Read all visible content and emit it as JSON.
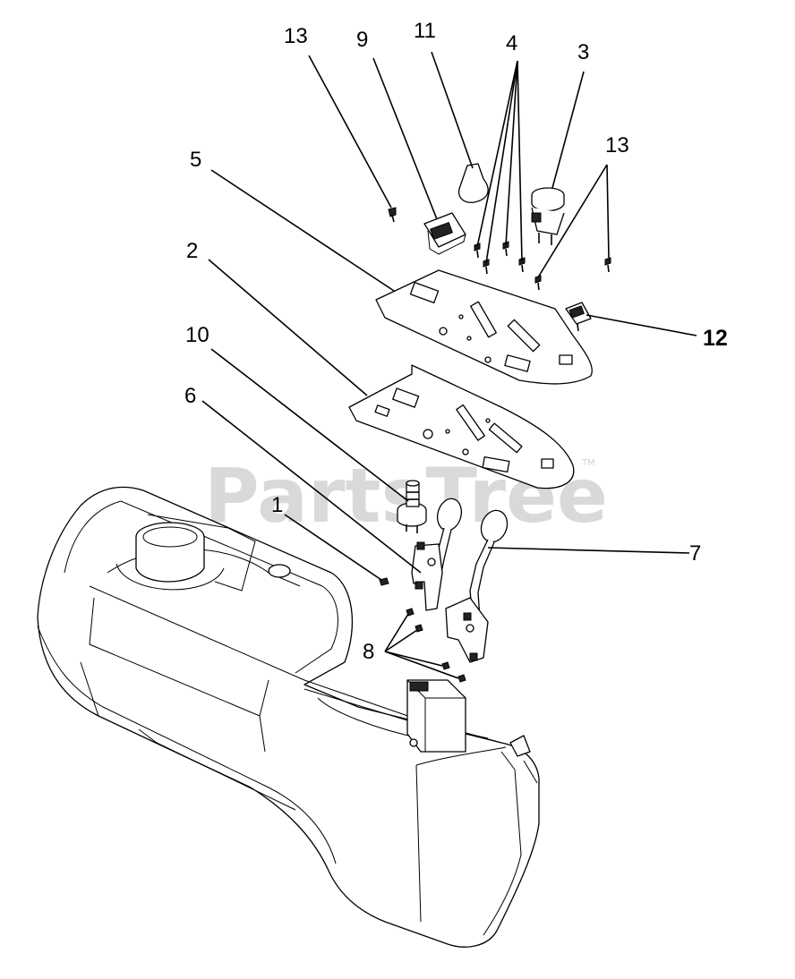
{
  "watermark": {
    "text": "PartsTree",
    "trademark": "TM"
  },
  "callouts": [
    {
      "id": "c13a",
      "label": "13"
    },
    {
      "id": "c9",
      "label": "9"
    },
    {
      "id": "c11",
      "label": "11"
    },
    {
      "id": "c4",
      "label": "4"
    },
    {
      "id": "c3",
      "label": "3"
    },
    {
      "id": "c13b",
      "label": "13"
    },
    {
      "id": "c5",
      "label": "5"
    },
    {
      "id": "c2",
      "label": "2"
    },
    {
      "id": "c12",
      "label": "12"
    },
    {
      "id": "c10",
      "label": "10"
    },
    {
      "id": "c6",
      "label": "6"
    },
    {
      "id": "c1",
      "label": "1"
    },
    {
      "id": "c7",
      "label": "7"
    },
    {
      "id": "c8",
      "label": "8"
    }
  ]
}
